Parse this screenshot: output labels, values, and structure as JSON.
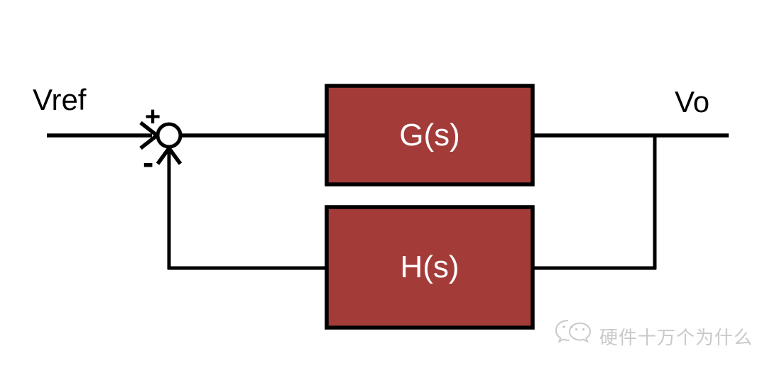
{
  "diagram": {
    "type": "feedback-control-block-diagram",
    "input_label": "Vref",
    "output_label": "Vo",
    "summing_junction": {
      "plus": "+",
      "minus": "-"
    },
    "blocks": [
      {
        "id": "forward-path",
        "label": "G(s)"
      },
      {
        "id": "feedback-path",
        "label": "H(s)"
      }
    ],
    "colors": {
      "block_fill": "#a33c39",
      "block_border": "#000000",
      "block_text": "#ffffff",
      "line": "#000000",
      "background": "#ffffff",
      "watermark": "#c9c9c9"
    }
  },
  "watermark": {
    "text": "硬件十万个为什么",
    "icon": "wechat-logo"
  }
}
